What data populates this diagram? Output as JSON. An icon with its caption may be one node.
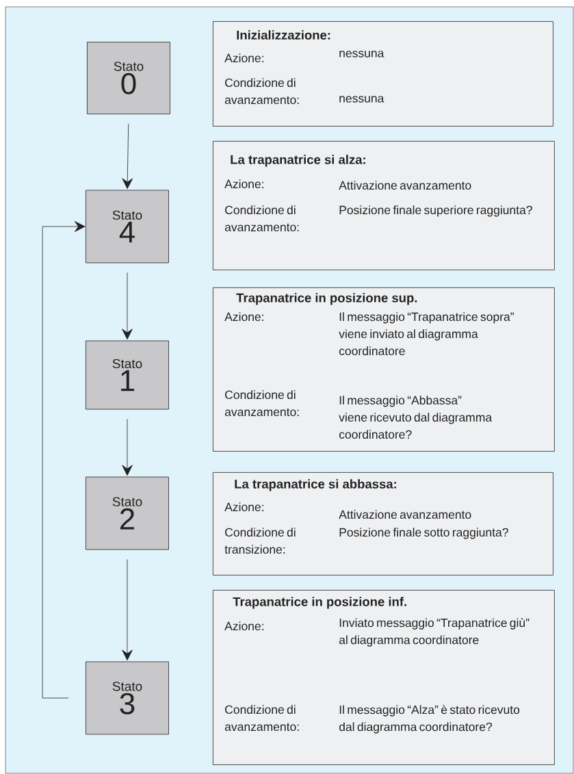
{
  "diagram": {
    "nodes": [
      {
        "text": [
          "Stato",
          "0"
        ]
      },
      {
        "text": [
          "Inizializzazione:",
          "Azione:",
          "nessuna",
          "Condizione di avanzamento:",
          "nessuna"
        ]
      },
      {
        "text": [
          "Stato",
          "4"
        ]
      },
      {
        "text": [
          "La trapanatrice si alza:",
          "Azione:",
          "Attivazione avanzamento",
          "Condizione di avanzamento:",
          "Posizione finale superiore raggiunta?"
        ]
      },
      {
        "text": [
          "Stato",
          "1"
        ]
      },
      {
        "text": [
          "Trapanatrice in posizione sup.",
          "Azione:",
          "Il messaggio “Trapanatrice sopra” viene inviato al diagramma coordinatore",
          "Condizione di avanzamento:",
          "Il messaggio “Abbassa” viene ricevuto dal diagramma coordinatore?"
        ]
      },
      {
        "text": [
          "Stato",
          "2"
        ]
      },
      {
        "text": [
          "La trapanatrice si abbassa:",
          "Azione:",
          "Attivazione avanzamento",
          "Condizione di transizione:",
          "Posizione finale sotto raggiunta?"
        ]
      },
      {
        "text": [
          "Stato",
          "3"
        ]
      },
      {
        "text": [
          "Trapanatrice in posizione inf.",
          "Azione:",
          "Inviato messaggio “Trapanatrice giù” al diagramma coordinatore",
          "Condizione di avanzamento:",
          "Il messaggio “Alza” è stato ricevuto dal diagramma coordinatore?"
        ]
      }
    ],
    "edges": [
      {
        "from": 0,
        "to": 2,
        "arrow": "to"
      },
      {
        "from": 2,
        "to": 4,
        "arrow": "to"
      },
      {
        "from": 4,
        "to": 6,
        "arrow": "to"
      },
      {
        "from": 6,
        "to": 8,
        "arrow": "to"
      },
      {
        "from": 8,
        "to": 2,
        "arrow": "to"
      }
    ]
  }
}
